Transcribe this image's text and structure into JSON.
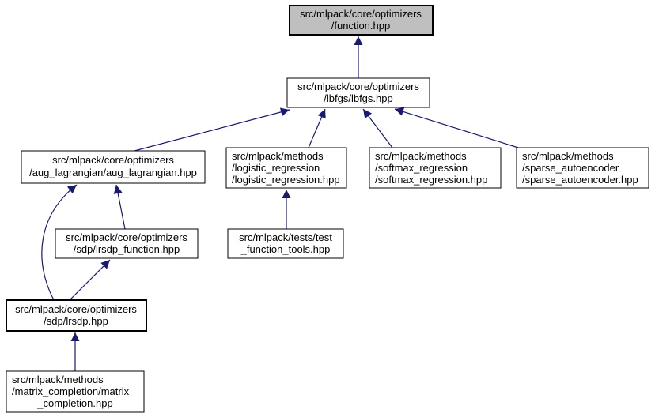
{
  "graph": {
    "kind": "include-dependency-graph",
    "colors": {
      "background": "#ffffff",
      "edge": "#191970",
      "node_border": "#000000",
      "highlight_fill": "#bfbfbf",
      "text": "#000000"
    },
    "nodes": {
      "function": {
        "lines": [
          "src/mlpack/core/optimizers",
          "/function.hpp"
        ],
        "highlighted": true
      },
      "lbfgs": {
        "lines": [
          "src/mlpack/core/optimizers",
          "/lbfgs/lbfgs.hpp"
        ],
        "highlighted": false
      },
      "aug_lagrangian": {
        "lines": [
          "src/mlpack/core/optimizers",
          "/aug_lagrangian/aug_lagrangian.hpp"
        ],
        "highlighted": false
      },
      "logistic_regression": {
        "lines": [
          "src/mlpack/methods",
          "/logistic_regression",
          "/logistic_regression.hpp"
        ],
        "highlighted": false
      },
      "softmax_regression": {
        "lines": [
          "src/mlpack/methods",
          "/softmax_regression",
          "/softmax_regression.hpp"
        ],
        "highlighted": false
      },
      "sparse_autoencoder": {
        "lines": [
          "src/mlpack/methods",
          "/sparse_autoencoder",
          "/sparse_autoencoder.hpp"
        ],
        "highlighted": false
      },
      "lrsdp_function": {
        "lines": [
          "src/mlpack/core/optimizers",
          "/sdp/lrsdp_function.hpp"
        ],
        "highlighted": false
      },
      "test_function_tools": {
        "lines": [
          "src/mlpack/tests/test",
          "_function_tools.hpp"
        ],
        "highlighted": false
      },
      "lrsdp": {
        "lines": [
          "src/mlpack/core/optimizers",
          "/sdp/lrsdp.hpp"
        ],
        "highlighted": false
      },
      "matrix_completion": {
        "lines": [
          "src/mlpack/methods",
          "/matrix_completion/matrix",
          "_completion.hpp"
        ],
        "highlighted": false
      }
    },
    "edges": [
      {
        "from": "lbfgs",
        "to": "function"
      },
      {
        "from": "aug_lagrangian",
        "to": "lbfgs"
      },
      {
        "from": "logistic_regression",
        "to": "lbfgs"
      },
      {
        "from": "softmax_regression",
        "to": "lbfgs"
      },
      {
        "from": "sparse_autoencoder",
        "to": "lbfgs"
      },
      {
        "from": "lrsdp_function",
        "to": "aug_lagrangian"
      },
      {
        "from": "test_function_tools",
        "to": "logistic_regression"
      },
      {
        "from": "lrsdp",
        "to": "aug_lagrangian"
      },
      {
        "from": "lrsdp",
        "to": "lrsdp_function"
      },
      {
        "from": "matrix_completion",
        "to": "lrsdp"
      }
    ]
  }
}
